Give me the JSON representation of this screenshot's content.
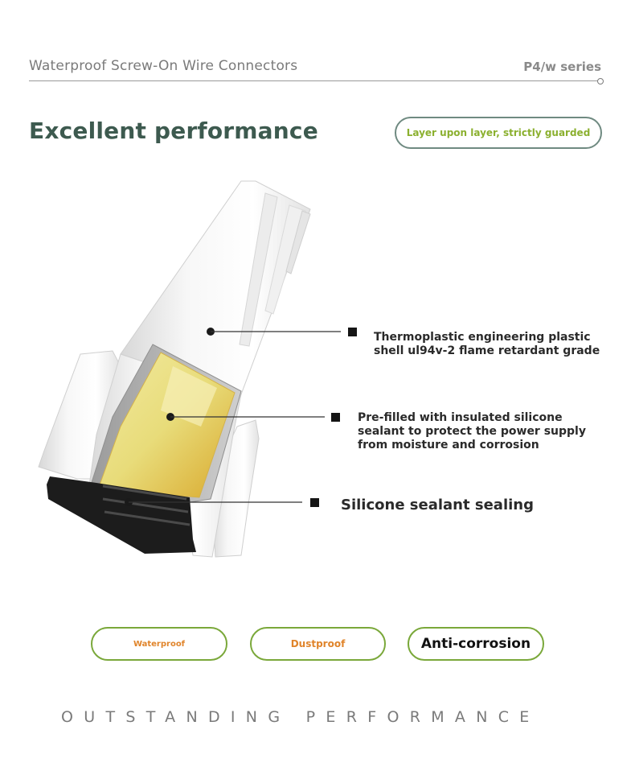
{
  "header": {
    "title": "Waterproof Screw-On Wire Connectors",
    "series": "P4/w series"
  },
  "headline": "Excellent performance",
  "tagline": "Layer upon layer, strictly guarded",
  "callouts": [
    {
      "text_line1": "Thermoplastic engineering plastic",
      "text_line2": "shell ul94v-2 flame retardant grade"
    },
    {
      "text_line1": "Pre-filled with insulated silicone",
      "text_line2": "sealant to protect the power supply",
      "text_line3": "from moisture and corrosion"
    },
    {
      "text_line1": "Silicone sealant sealing"
    }
  ],
  "features": [
    {
      "label": "Waterproof",
      "color": "#e0842a"
    },
    {
      "label": "Dustproof",
      "color": "#e0842a"
    },
    {
      "label": "Anti-corrosion",
      "color": "#111111"
    }
  ],
  "footer": "OUTSTANDING PERFORMANCE",
  "colors": {
    "headline": "#3d5a4f",
    "tagline": "#8bb02f",
    "pill_border": "#7aa83a",
    "gel": "#e8dc7a"
  }
}
